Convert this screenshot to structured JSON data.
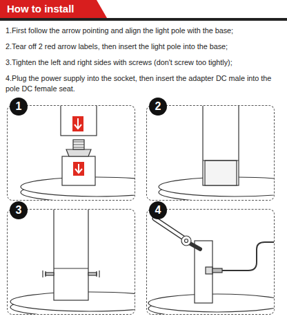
{
  "diagram": {
    "title": "How to install",
    "nodes": [
      {
        "text": [
          "1"
        ]
      },
      {
        "text": [
          "2"
        ]
      },
      {
        "text": [
          "3"
        ]
      },
      {
        "text": [
          "4"
        ]
      }
    ],
    "labels": [
      "1.First follow the arrow pointing and align the light pole with the base;",
      "2.Tear off 2 red arrow labels, then insert the light pole into the base;",
      "3.Tighten the left and right sides with screws (don't screw too tightly);",
      "4.Plug the power supply into the socket, then insert the adapter DC male into the pole DC female seat."
    ]
  }
}
